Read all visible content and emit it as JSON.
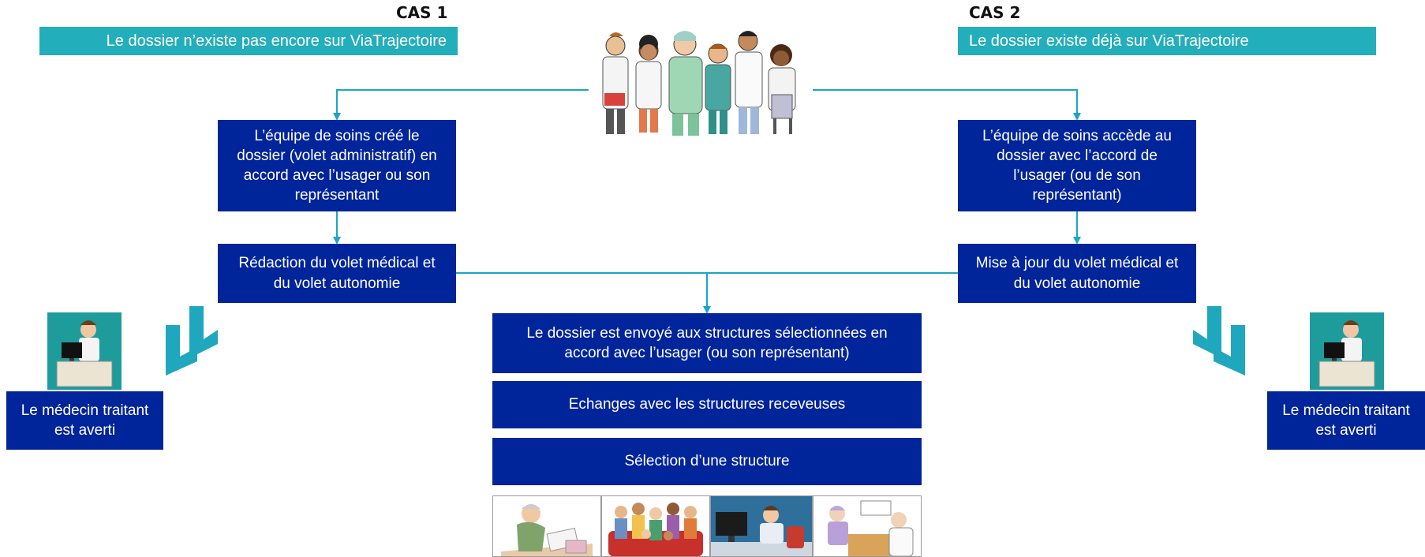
{
  "cas1": {
    "title": "CAS 1",
    "banner": "Le dossier n’existe pas encore sur ViaTrajectoire",
    "step1": "L’équipe de soins créé le dossier (volet administratif) en accord avec l’usager ou son représentant",
    "step2": "Rédaction du volet médical et du volet autonomie"
  },
  "cas2": {
    "title": "CAS 2",
    "banner": "Le dossier existe déjà sur ViaTrajectoire",
    "step1": "L’équipe de soins accède au dossier avec l’accord de l’usager (ou de son représentant)",
    "step2": "Mise à jour du volet médical et du volet autonomie"
  },
  "center": {
    "sent": "Le dossier est envoyé aux structures sélectionnées en accord avec l’usager (ou son représentant)",
    "exchanges": "Echanges avec les structures receveuses",
    "selection": "Sélection d’une structure"
  },
  "doctor_left": {
    "label": "Le médecin traitant est averti"
  },
  "doctor_right": {
    "label": "Le médecin traitant est averti"
  },
  "colors": {
    "teal": "#23aebb",
    "navy": "#00249a",
    "line": "#1aa6c4"
  },
  "illustrations": {
    "top": "care-team-illustration",
    "bottom": [
      "elderly-reading-illustration",
      "family-group-illustration",
      "worried-person-at-computer-illustration",
      "consultation-illustration"
    ]
  }
}
